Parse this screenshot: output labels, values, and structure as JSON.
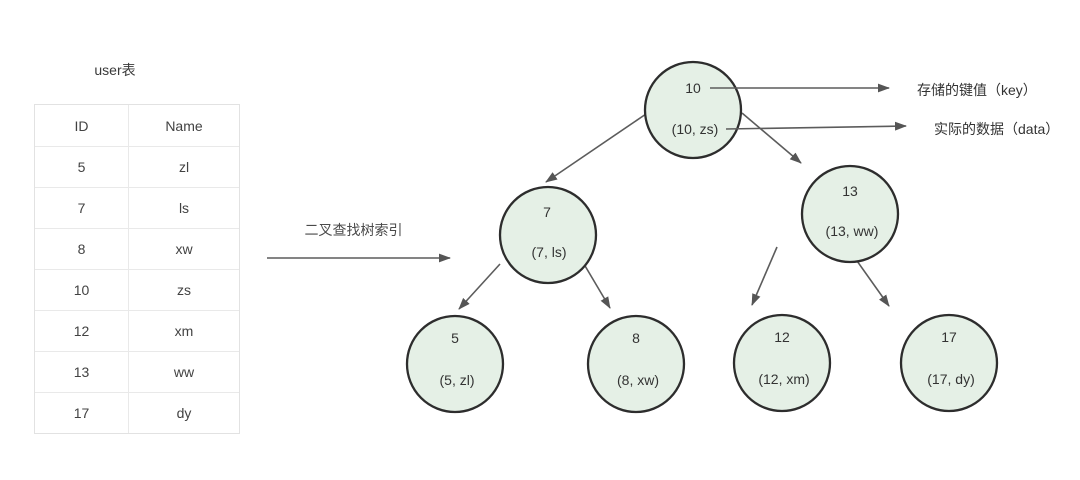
{
  "table": {
    "title": "user表",
    "headers": [
      "ID",
      "Name"
    ],
    "rows": [
      [
        "5",
        "zl"
      ],
      [
        "7",
        "ls"
      ],
      [
        "8",
        "xw"
      ],
      [
        "10",
        "zs"
      ],
      [
        "12",
        "xm"
      ],
      [
        "13",
        "ww"
      ],
      [
        "17",
        "dy"
      ]
    ]
  },
  "index_arrow": {
    "label": "二叉查找树索引"
  },
  "annotations": {
    "key_label": "存储的键值（key）",
    "data_label": "实际的数据（data）"
  },
  "tree": {
    "type": "binary-search-tree",
    "nodes": [
      {
        "id": "10",
        "key": "10",
        "data": "(10, zs)"
      },
      {
        "id": "7",
        "key": "7",
        "data": "(7, ls)"
      },
      {
        "id": "13",
        "key": "13",
        "data": "(13, ww)"
      },
      {
        "id": "5",
        "key": "5",
        "data": "(5, zl)"
      },
      {
        "id": "8",
        "key": "8",
        "data": "(8, xw)"
      },
      {
        "id": "12",
        "key": "12",
        "data": "(12, xm)"
      },
      {
        "id": "17",
        "key": "17",
        "data": "(17, dy)"
      }
    ],
    "edges": [
      [
        "10",
        "7"
      ],
      [
        "10",
        "13"
      ],
      [
        "7",
        "5"
      ],
      [
        "7",
        "8"
      ],
      [
        "13",
        "12"
      ],
      [
        "13",
        "17"
      ]
    ]
  },
  "colors": {
    "node_fill": "#e5f0e6",
    "node_stroke": "#2d2d2d",
    "arrow": "#5c5c5c",
    "table_border": "#e2e2e2",
    "text": "#333333",
    "background": "#ffffff"
  }
}
